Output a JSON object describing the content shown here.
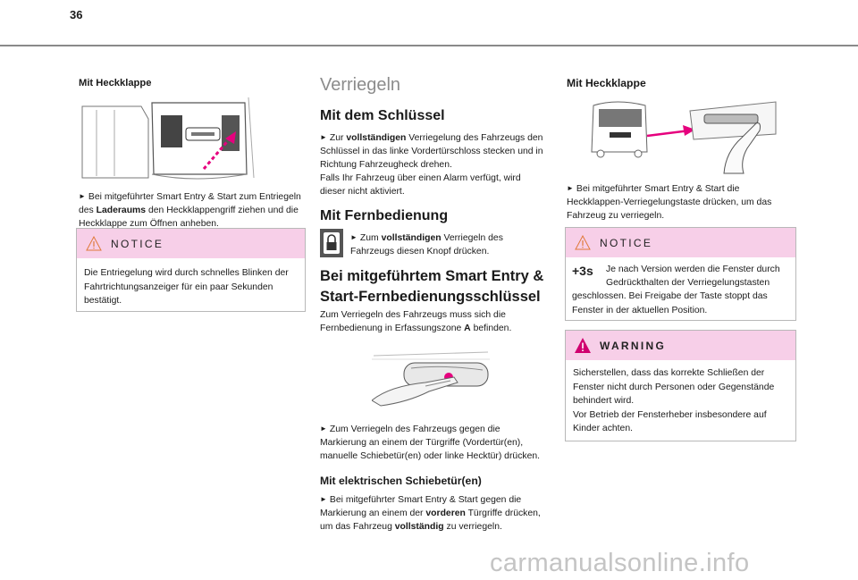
{
  "page": {
    "number": "36"
  },
  "left": {
    "heading": "Mit Heckklappe",
    "instruction": {
      "arrow": "►",
      "parts": [
        "Bei mitgeführter Smart Entry & Start zum Entriegeln des ",
        "Laderaums",
        " den Heckklappengriff ziehen und die Heckklappe zum Öffnen anheben."
      ]
    },
    "notice": {
      "title": "NOTICE",
      "text": "Die Entriegelung wird durch schnelles Blinken der Fahrtrichtungsanzeiger für ein paar Sekunden bestätigt."
    }
  },
  "middle": {
    "title": "Verriegeln",
    "key": {
      "heading": "Mit dem Schlüssel",
      "parts": [
        "Zur ",
        "vollständigen",
        " Verriegelung des Fahrzeugs den Schlüssel in das linke Vordertürschloss stecken und in Richtung Fahrzeugheck drehen."
      ],
      "note": "Falls Ihr Fahrzeug über einen Alarm verfügt, wird dieser nicht aktiviert."
    },
    "remote": {
      "heading": "Mit Fernbedienung",
      "parts": [
        "Zum ",
        "vollständigen",
        " Verriegeln des Fahrzeugs diesen Knopf drücken."
      ]
    },
    "smart": {
      "heading_line1": "Bei mitgeführtem Smart Entry &",
      "heading_line2": "Start-Fernbedienungsschlüssel",
      "intro_parts": [
        "Zum Verriegeln des Fahrzeugs muss sich die Fernbedienung in Erfassungszone ",
        "A",
        " befinden."
      ],
      "instruction": "Zum Verriegeln des Fahrzeugs gegen die Markierung an einem der Türgriffe (Vordertür(en), manuelle Schiebetür(en) oder linke Hecktür) drücken."
    },
    "sliding": {
      "heading": "Mit elektrischen Schiebetür(en)",
      "parts": [
        "Bei mitgeführter Smart Entry & Start gegen die Markierung an einem der ",
        "vorderen",
        " Türgriffe drücken, um das Fahrzeug ",
        "vollständig",
        " zu verriegeln."
      ]
    },
    "arrow": "►"
  },
  "right": {
    "heading": "Mit Heckklappe",
    "instruction": "Bei mitgeführter Smart Entry & Start die Heckklappen-Verriegelungstaste drücken, um das Fahrzeug zu verriegeln.",
    "arrow": "►",
    "notice": {
      "title": "NOTICE",
      "icon_label": "+3s",
      "text1": "Je nach Version werden die Fenster durch",
      "text2": "Gedrückthalten der Verriegelungstasten",
      "text3": "geschlossen. Bei Freigabe der Taste stoppt das Fenster in der aktuellen Position."
    },
    "warning": {
      "title": "WARNING",
      "text": "Sicherstellen, dass das korrekte Schließen der Fenster nicht durch Personen oder Gegenstände behindert wird.",
      "text2": "Vor Betrieb der Fensterheber insbesondere auf Kinder achten."
    }
  },
  "footer": {
    "watermark": "carmanualsonline.info"
  },
  "colors": {
    "accent": "#e6007e",
    "notice_bar": "#f7cfe8",
    "warning_icon": "#d0006f"
  }
}
